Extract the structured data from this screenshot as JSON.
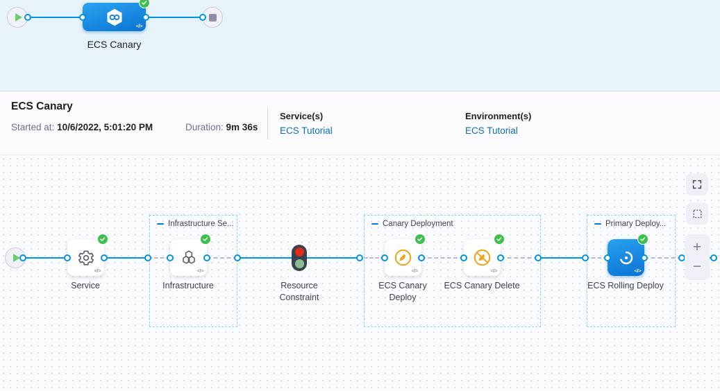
{
  "minimap": {
    "stage_label": "ECS Canary",
    "code_glyph": "</>"
  },
  "summary": {
    "title": "ECS Canary",
    "started_label": "Started at:",
    "started_value": "10/6/2022, 5:01:20 PM",
    "duration_label": "Duration:",
    "duration_value": "9m 36s",
    "services_label": "Service(s)",
    "services_value": "ECS Tutorial",
    "environments_label": "Environment(s)",
    "environments_value": "ECS Tutorial"
  },
  "canvas": {
    "groups": {
      "infrastructure": "Infrastructure Se...",
      "canary": "Canary Deployment",
      "primary": "Primary Deploy..."
    },
    "nodes": {
      "service": "Service",
      "infrastructure": "Infrastructure",
      "resource_constraint": "Resource Constraint",
      "canary_deploy": "ECS Canary Deploy",
      "canary_delete": "ECS Canary Delete",
      "rolling_deploy": "ECS Rolling Deploy"
    },
    "controls": {
      "zoom_in": "+",
      "zoom_out": "−"
    },
    "code_glyph": "</>"
  },
  "colors": {
    "edge_blue": "#0092e4",
    "node_blue": "#0b74d2",
    "success_green": "#3fbf4d",
    "canary_amber": "#f0a51d",
    "link_blue": "#0a6dbb",
    "traffic_red": "#dd2b1c",
    "traffic_green": "#8cbd8e"
  }
}
